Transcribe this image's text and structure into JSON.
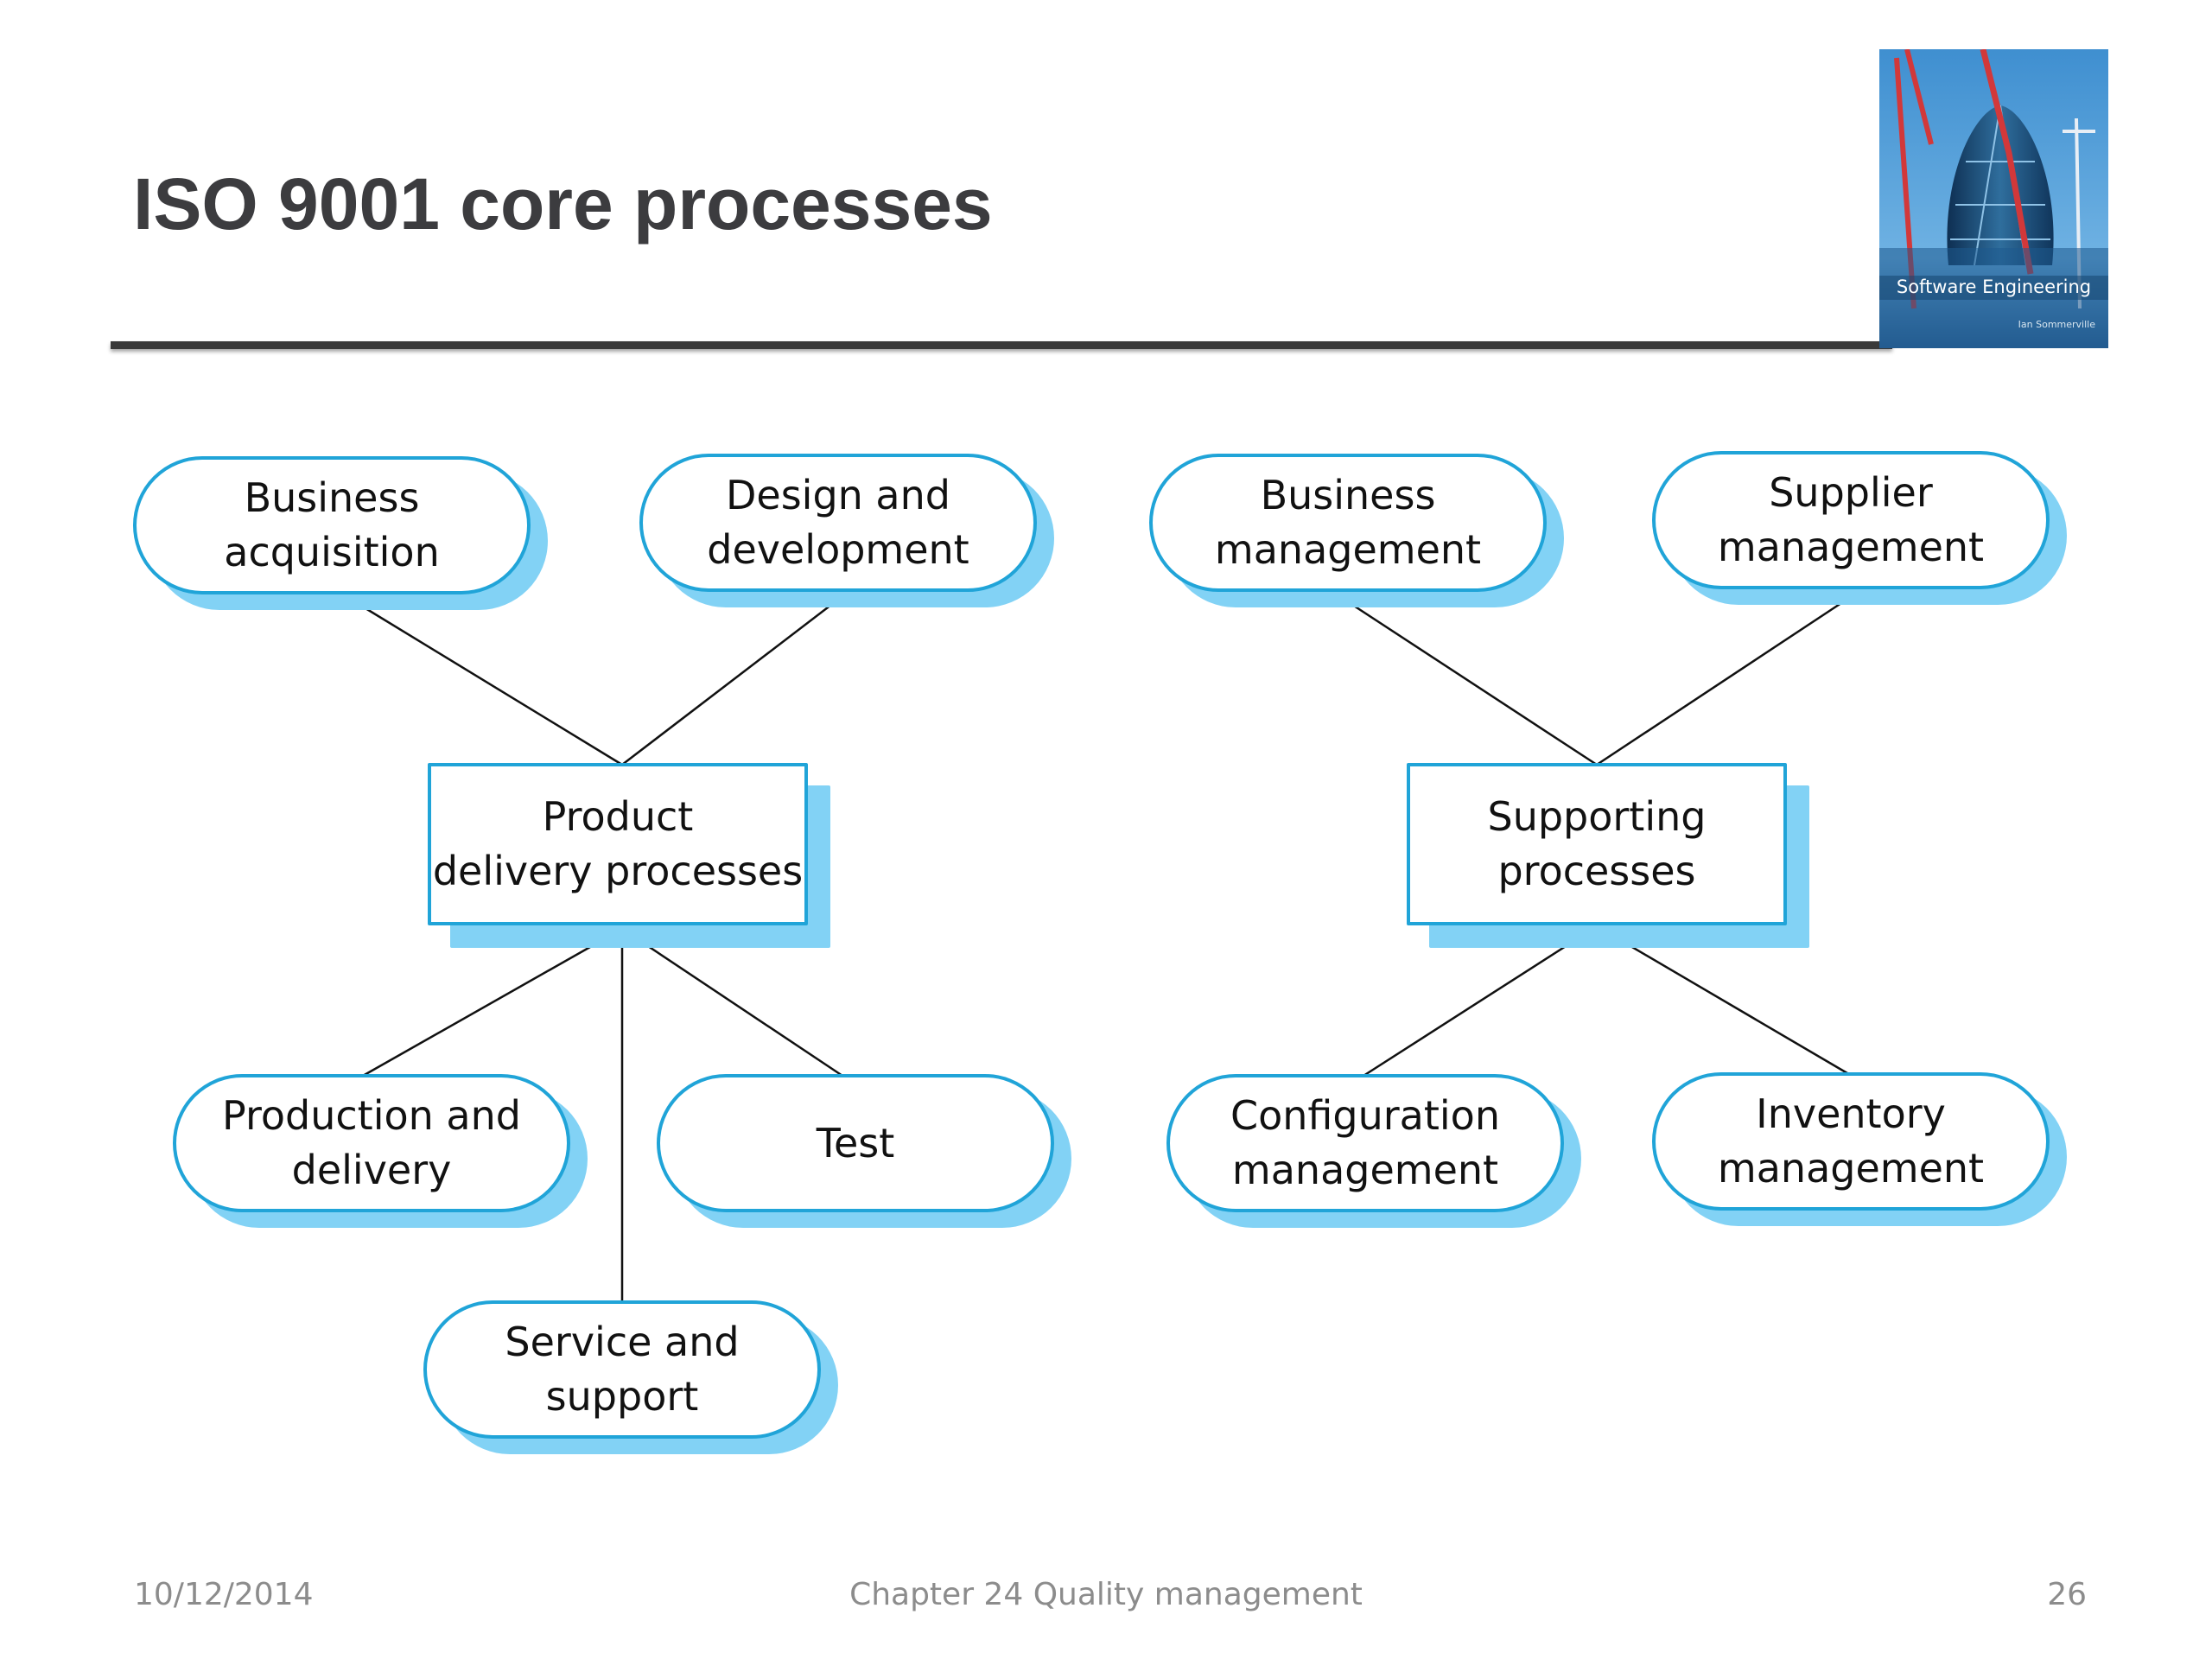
{
  "slide": {
    "title": "ISO 9001 core processes"
  },
  "book_cover": {
    "title": "Software Engineering",
    "author": "Ian Sommerville"
  },
  "diagram": {
    "left_group": {
      "hub": "Product\ndelivery processes",
      "top": [
        "Business\nacquisition",
        "Design and\ndevelopment"
      ],
      "bottom": [
        "Production and\ndelivery",
        "Test",
        "Service and\nsupport"
      ]
    },
    "right_group": {
      "hub": "Supporting\nprocesses",
      "top": [
        "Business\nmanagement",
        "Supplier\nmanagement"
      ],
      "bottom": [
        "Configuration\nmanagement",
        "Inventory\nmanagement"
      ]
    }
  },
  "footer": {
    "date": "10/12/2014",
    "chapter": "Chapter 24 Quality management",
    "page": "26"
  },
  "colors": {
    "node_border": "#20a4d8",
    "node_shadow": "#82d2f5",
    "title": "#3c3c3f",
    "footer": "#8c8c8c"
  }
}
